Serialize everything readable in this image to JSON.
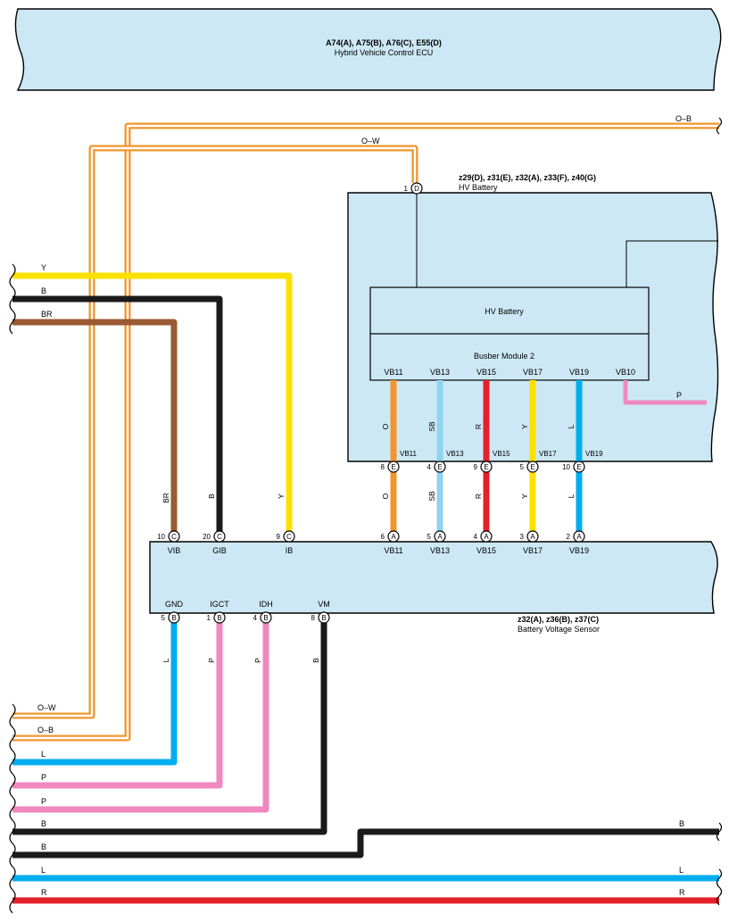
{
  "colors": {
    "orange": "#f0962c",
    "yellow": "#fce100",
    "black": "#1a1a1a",
    "brown": "#9a5a32",
    "light_blue": "#8fd3f0",
    "blue": "#00aeef",
    "red": "#e4202a",
    "pink": "#f088bf",
    "panel": "#cde8f5"
  },
  "ecu": {
    "connectors": "A74(A), A75(B), A76(C), E55(D)",
    "name": "Hybrid Vehicle Control ECU"
  },
  "hv_battery": {
    "connectors": "z29(D), z31(E), z32(A), z33(F), z40(G)",
    "name": "HV Battery",
    "inner_label": "HV Battery",
    "module_label": "Busber Module 2",
    "module_terminals": [
      "VB11",
      "VB13",
      "VB15",
      "VB17",
      "VB19",
      "VB10"
    ],
    "pin_top": {
      "num": "1",
      "conn": "D"
    },
    "pins_bottom": [
      {
        "num": "8",
        "conn": "E",
        "term": "VB11"
      },
      {
        "num": "4",
        "conn": "E",
        "term": "VB13"
      },
      {
        "num": "9",
        "conn": "E",
        "term": "VB15"
      },
      {
        "num": "5",
        "conn": "E",
        "term": "VB17"
      },
      {
        "num": "10",
        "conn": "E",
        "term": "VB19"
      }
    ]
  },
  "sensor": {
    "connectors": "z32(A), z36(B), z37(C)",
    "name": "Battery Voltage Sensor",
    "top_pins": [
      {
        "num": "10",
        "conn": "C",
        "term": "VIB"
      },
      {
        "num": "20",
        "conn": "C",
        "term": "GIB"
      },
      {
        "num": "9",
        "conn": "C",
        "term": "IB"
      },
      {
        "num": "6",
        "conn": "A",
        "term": "VB11"
      },
      {
        "num": "5",
        "conn": "A",
        "term": "VB13"
      },
      {
        "num": "4",
        "conn": "A",
        "term": "VB15"
      },
      {
        "num": "3",
        "conn": "A",
        "term": "VB17"
      },
      {
        "num": "2",
        "conn": "A",
        "term": "VB19"
      }
    ],
    "bottom_pins": [
      {
        "num": "5",
        "conn": "B",
        "term": "GND"
      },
      {
        "num": "1",
        "conn": "B",
        "term": "IGCT"
      },
      {
        "num": "4",
        "conn": "B",
        "term": "IDH"
      },
      {
        "num": "8",
        "conn": "B",
        "term": "VM"
      }
    ]
  },
  "wires": {
    "o_b": "O–B",
    "o_w": "O–W",
    "y": "Y",
    "b": "B",
    "br": "BR",
    "o": "O",
    "sb": "SB",
    "r": "R",
    "l": "L",
    "p": "P"
  }
}
